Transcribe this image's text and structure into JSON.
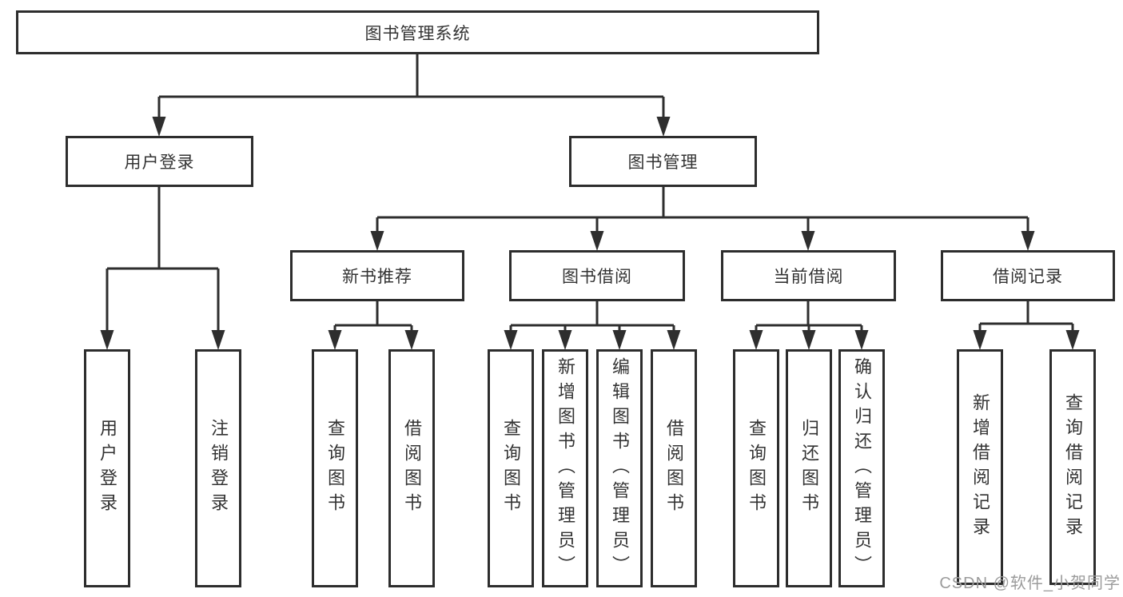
{
  "diagram": {
    "root": "图书管理系统",
    "branches": {
      "user_login": {
        "label": "用户登录",
        "children": [
          "用户登录",
          "注销登录"
        ]
      },
      "book_mgmt": {
        "label": "图书管理",
        "children": {
          "new_books": {
            "label": "新书推荐",
            "children": [
              "查询图书",
              "借阅图书"
            ]
          },
          "book_borrow": {
            "label": "图书借阅",
            "children": [
              "查询图书",
              "新增图书（管理员）",
              "编辑图书（管理员）",
              "借阅图书"
            ]
          },
          "current_borrow": {
            "label": "当前借阅",
            "children": [
              "查询图书",
              "归还图书",
              "确认归还（管理员）"
            ]
          },
          "borrow_records": {
            "label": "借阅记录",
            "children": [
              "新增借阅记录",
              "查询借阅记录"
            ]
          }
        }
      }
    }
  },
  "watermark": {
    "text": "CSDN @软件_小贺同学"
  },
  "colors": {
    "line": "#2e2e2e",
    "box_border": "#2d2d2d",
    "text": "#333333",
    "watermark": "#9b9b9b",
    "background": "#ffffff"
  }
}
